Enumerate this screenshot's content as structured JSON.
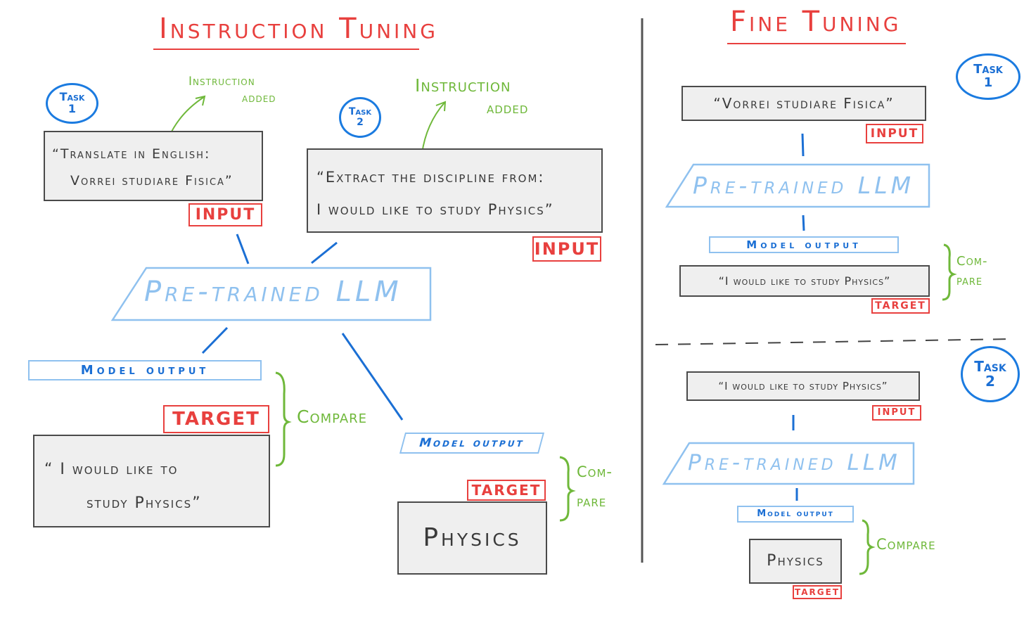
{
  "left": {
    "title": "Instruction Tuning",
    "task1": {
      "label": "Task",
      "number": "1"
    },
    "task2": {
      "label": "Task",
      "number": "2"
    },
    "instruction_added_1": {
      "line1": "Instruction",
      "line2": "added"
    },
    "instruction_added_2": {
      "line1": "Instruction",
      "line2": "added"
    },
    "input1": {
      "line1": "“Translate in English:",
      "line2": "Vorrei studiare Fisica”"
    },
    "input1_tag": "INPUT",
    "input2": {
      "line1": "“Extract the discipline from:",
      "line2": "I would like to study Physics”"
    },
    "input2_tag": "INPUT",
    "llm": "Pre-trained LLM",
    "model_output_1": "Model output",
    "target1_tag": "TARGET",
    "target1": {
      "line1": "“ I would like to",
      "line2": "study Physics”"
    },
    "compare1": "Compare",
    "model_output_2": "Model output",
    "target2_tag": "TARGET",
    "target2": "Physics",
    "compare2": {
      "line1": "Com-",
      "line2": "pare"
    }
  },
  "right": {
    "title": "Fine Tuning",
    "task1": {
      "label": "Task",
      "number": "1"
    },
    "task2": {
      "label": "Task",
      "number": "2"
    },
    "input1": "“Vorrei studiare Fisica”",
    "input1_tag": "INPUT",
    "llm1": "Pre-trained LLM",
    "model_output_1": "Model output",
    "target1": "“I would like to study Physics”",
    "target1_tag": "TARGET",
    "compare1": {
      "line1": "Com-",
      "line2": "pare"
    },
    "input2": "“I would like to study Physics”",
    "input2_tag": "INPUT",
    "llm2": "Pre-trained LLM",
    "model_output_2": "Model output",
    "target2": "Physics",
    "target2_tag": "TARGET",
    "compare2": "Compare"
  },
  "colors": {
    "title_red": "#e8403e",
    "green": "#6fb83a",
    "blue": "#1b6fd4",
    "light_blue": "#8fc1ef",
    "box_gray": "#efefef"
  }
}
